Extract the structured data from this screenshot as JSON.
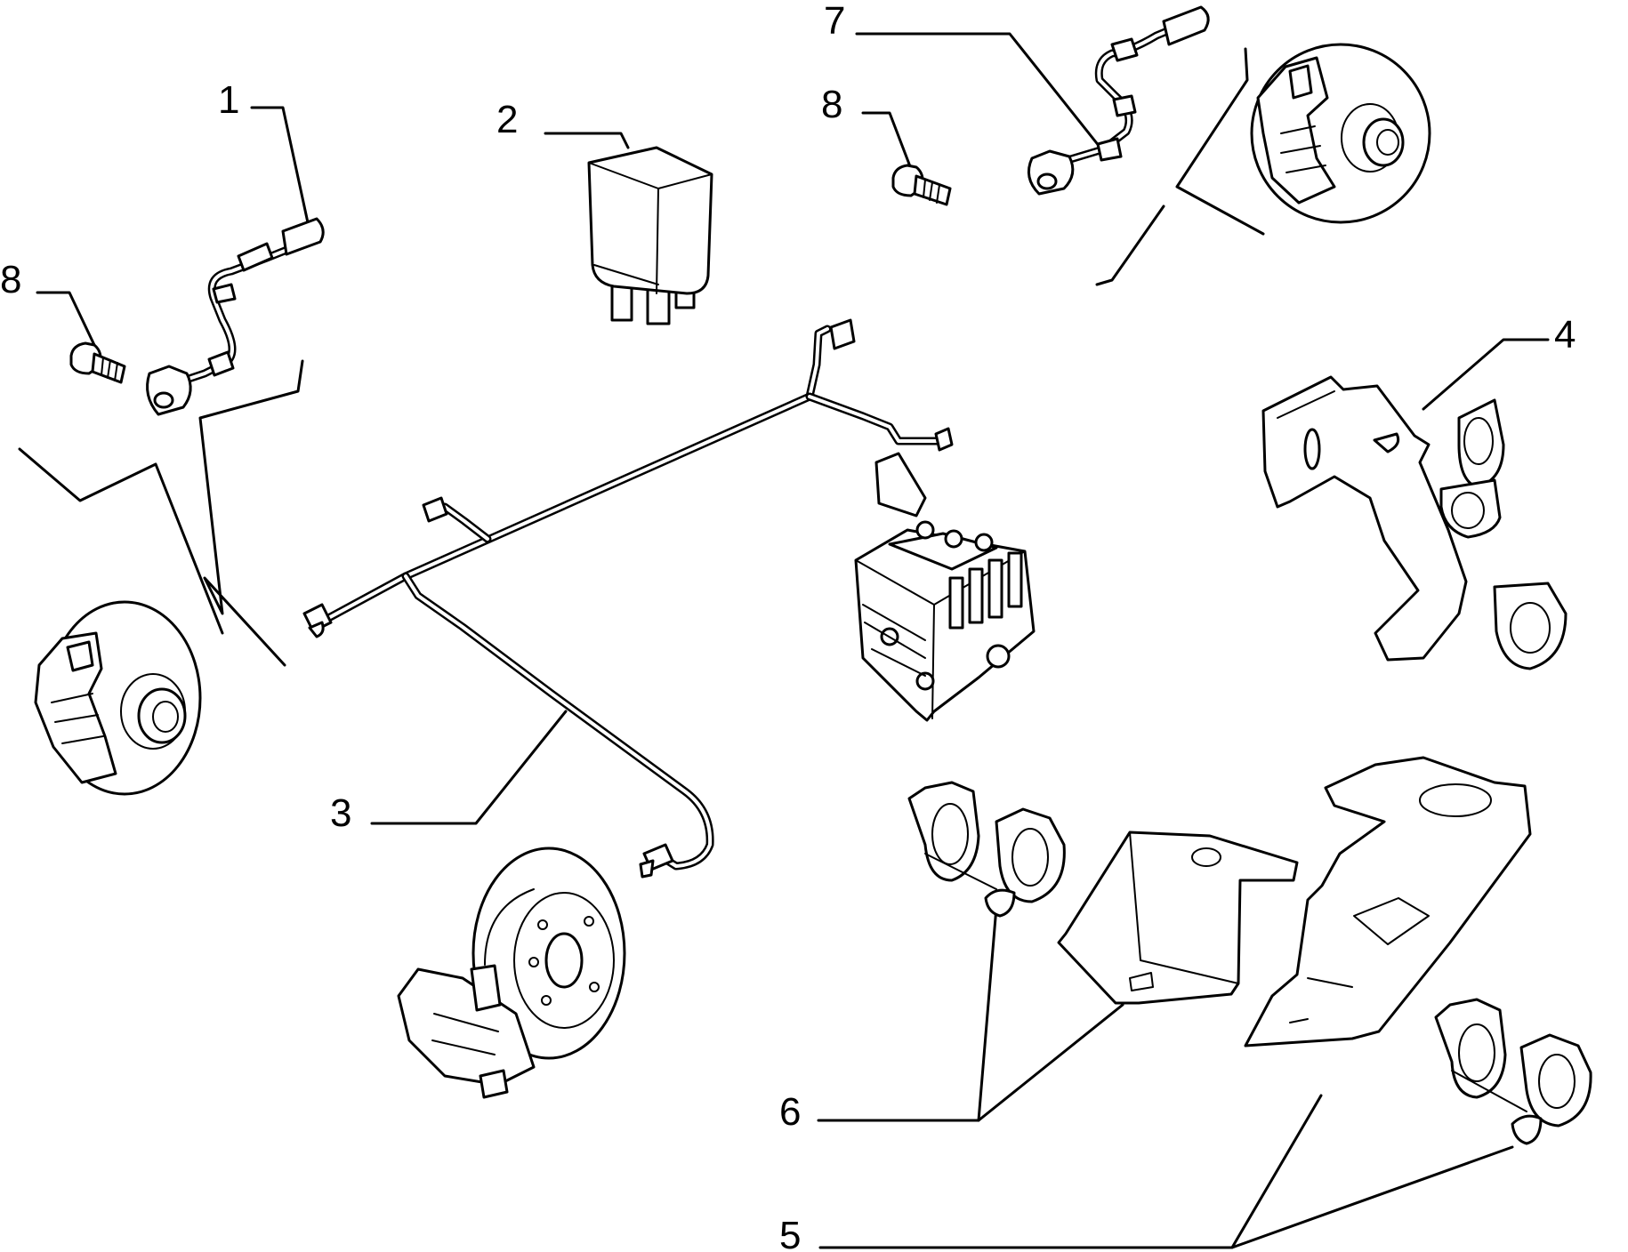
{
  "labels": {
    "p1": "1",
    "p2": "2",
    "p3": "3",
    "p4": "4",
    "p5": "5",
    "p6": "6",
    "p7": "7",
    "p8_left": "8",
    "p8_right": "8"
  }
}
